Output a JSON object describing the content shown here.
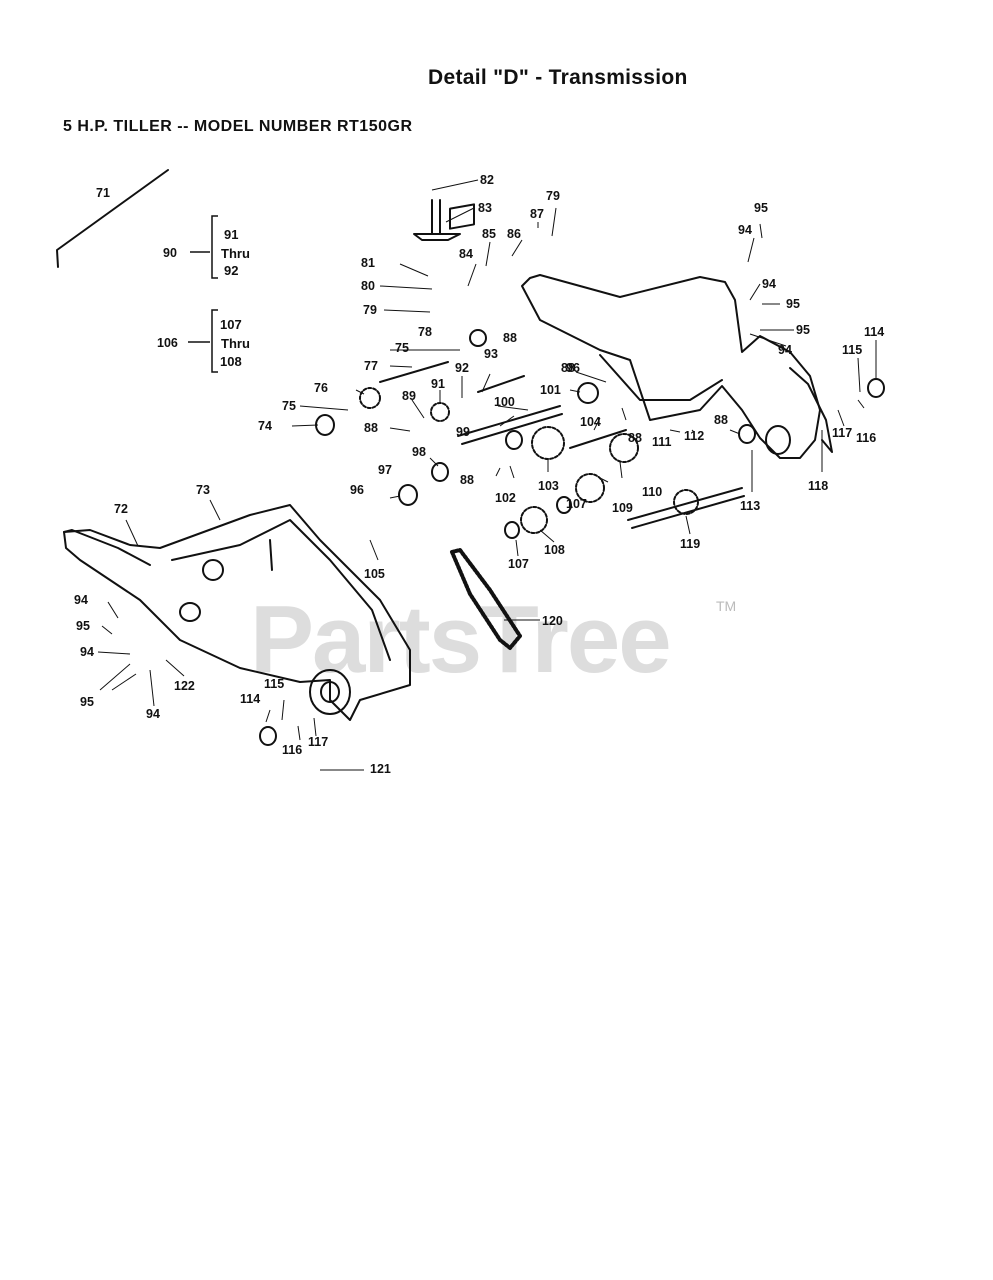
{
  "header": {
    "title": "Detail \"D\" - Transmission",
    "subtitle": "5 H.P. TILLER -- MODEL NUMBER RT150GR"
  },
  "groups": [
    {
      "id": "90",
      "lines": [
        "91",
        "Thru",
        "92"
      ]
    },
    {
      "id": "106",
      "lines": [
        "107",
        "Thru",
        "108"
      ]
    }
  ],
  "callouts": [
    "71",
    "72",
    "73",
    "74",
    "75",
    "75",
    "76",
    "77",
    "78",
    "79",
    "79",
    "80",
    "81",
    "82",
    "83",
    "84",
    "85",
    "86",
    "87",
    "88",
    "88",
    "88",
    "88",
    "88",
    "88",
    "89",
    "91",
    "92",
    "93",
    "94",
    "94",
    "94",
    "94",
    "94",
    "94",
    "95",
    "95",
    "95",
    "95",
    "95",
    "96",
    "96",
    "97",
    "98",
    "99",
    "100",
    "101",
    "102",
    "103",
    "104",
    "105",
    "107",
    "107",
    "108",
    "109",
    "110",
    "111",
    "112",
    "113",
    "114",
    "114",
    "115",
    "115",
    "116",
    "116",
    "117",
    "117",
    "118",
    "119",
    "120",
    "121",
    "122"
  ],
  "watermark": {
    "text": "PartsTree",
    "mark": "TM"
  },
  "colors": {
    "ink": "#111111",
    "watermark": "#d2d2d2",
    "paper": "#ffffff"
  }
}
